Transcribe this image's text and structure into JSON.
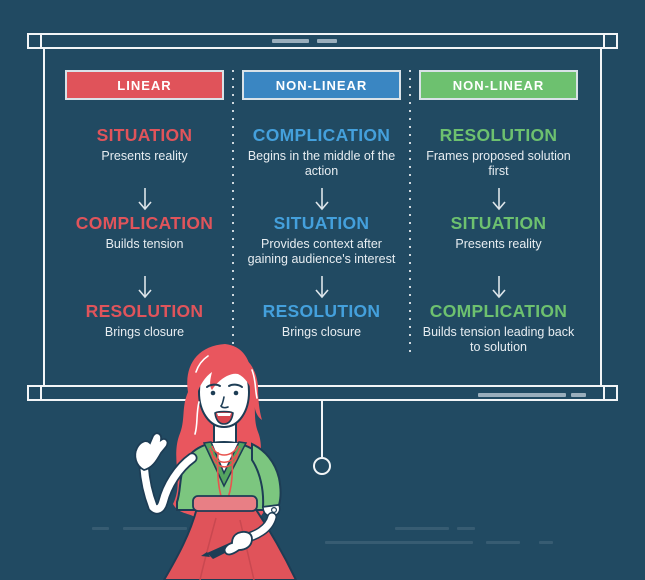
{
  "colors": {
    "background": "#214a62",
    "frame_white": "#f2f5f7",
    "red_accent": "#e0535a",
    "blue_header": "#3a86c2",
    "blue_text": "#44a0dc",
    "green_accent": "#6dc16f",
    "body_text": "#e7edf1",
    "bar_dash": "#9aaebc"
  },
  "columns": [
    {
      "header": "LINEAR",
      "steps": [
        {
          "title": "SITUATION",
          "desc": "Presents reality"
        },
        {
          "title": "COMPLICATION",
          "desc": "Builds tension"
        },
        {
          "title": "RESOLUTION",
          "desc": "Brings closure"
        }
      ]
    },
    {
      "header": "NON-LINEAR",
      "steps": [
        {
          "title": "COMPLICATION",
          "desc": "Begins in the middle of the action"
        },
        {
          "title": "SITUATION",
          "desc": "Provides context after gaining audience's interest"
        },
        {
          "title": "RESOLUTION",
          "desc": "Brings closure"
        }
      ]
    },
    {
      "header": "NON-LINEAR",
      "steps": [
        {
          "title": "RESOLUTION",
          "desc": "Frames proposed solution first"
        },
        {
          "title": "SITUATION",
          "desc": "Presents reality"
        },
        {
          "title": "COMPLICATION",
          "desc": "Builds tension leading back to solution"
        }
      ]
    }
  ]
}
